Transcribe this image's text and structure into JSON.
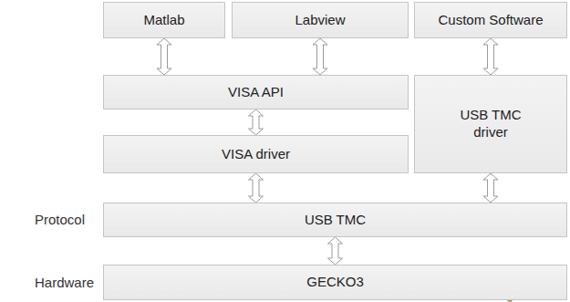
{
  "diagram": {
    "nodes": [
      {
        "text": [
          "Matlab"
        ]
      },
      {
        "text": [
          "Labview"
        ]
      },
      {
        "text": [
          "Custom Software"
        ]
      },
      {
        "text": [
          "VISA API"
        ]
      },
      {
        "text": [
          "USB TMC driver"
        ]
      },
      {
        "text": [
          "VISA driver"
        ]
      },
      {
        "text": [
          "USB TMC"
        ]
      },
      {
        "text": [
          "GECKO3"
        ]
      }
    ],
    "edges": [
      {
        "from": 0,
        "to": 3,
        "arrow": "both"
      },
      {
        "from": 1,
        "to": 3,
        "arrow": "both"
      },
      {
        "from": 2,
        "to": 4,
        "arrow": "both"
      },
      {
        "from": 3,
        "to": 5,
        "arrow": "both"
      },
      {
        "from": 5,
        "to": 6,
        "arrow": "both"
      },
      {
        "from": 4,
        "to": 6,
        "arrow": "both"
      },
      {
        "from": 6,
        "to": 7,
        "arrow": "both"
      }
    ],
    "labels": [
      "Protocol",
      "Hardware"
    ]
  }
}
